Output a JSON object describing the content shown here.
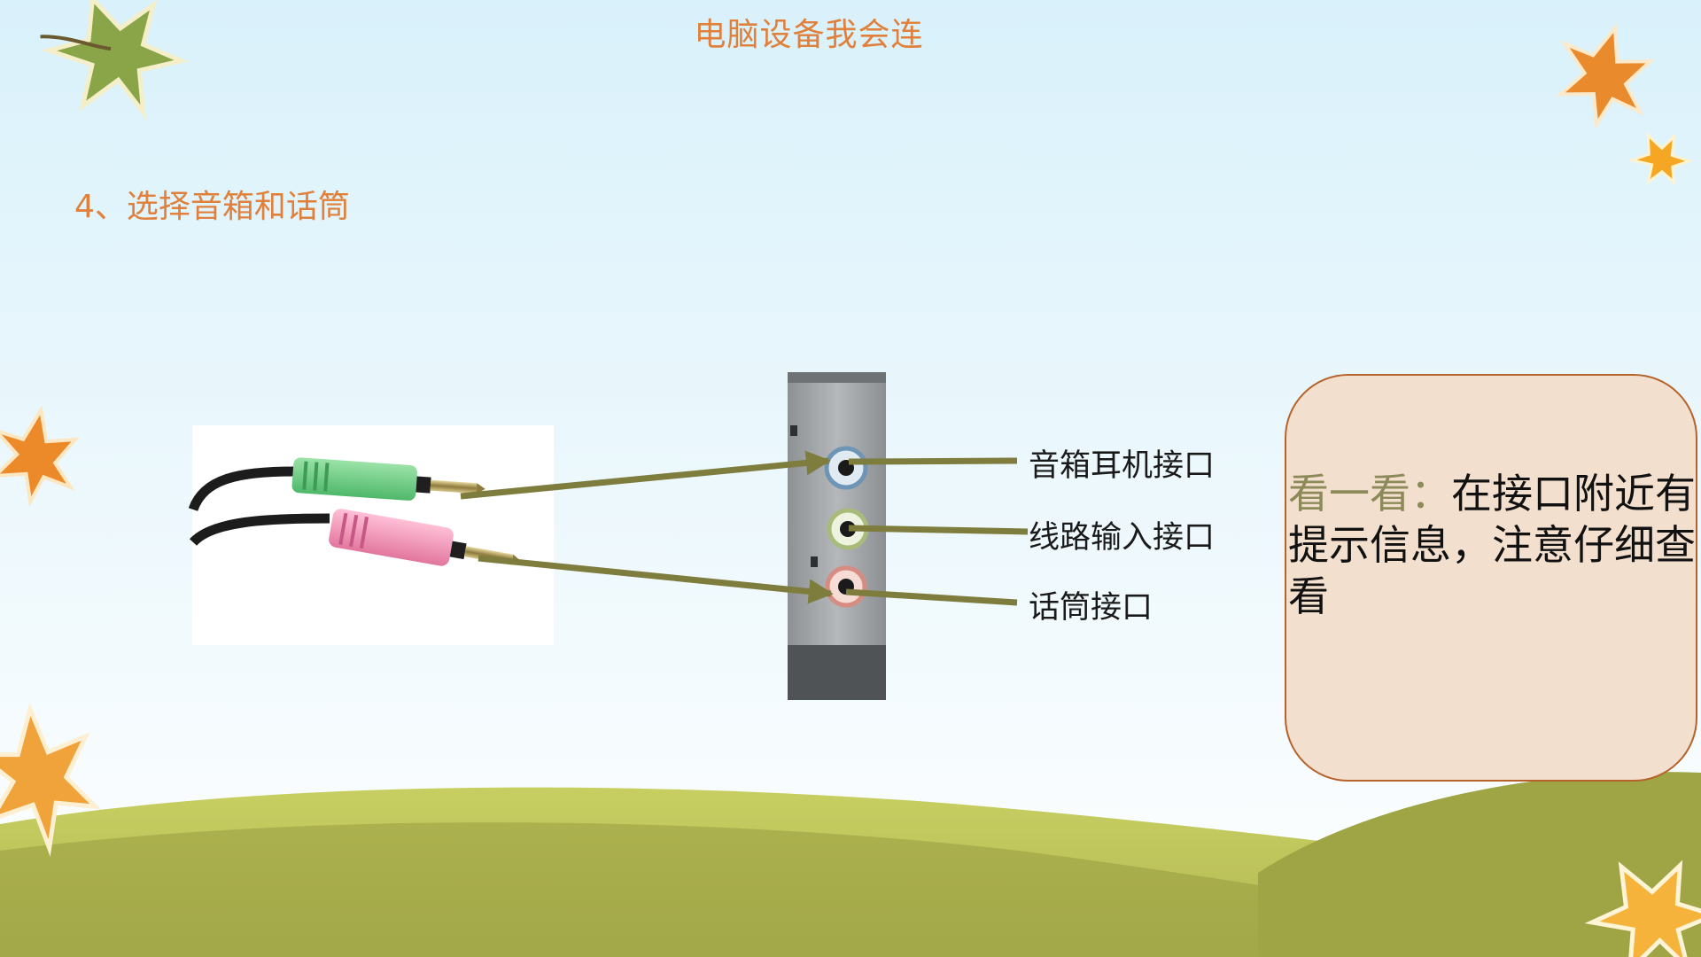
{
  "page_title": "电脑设备我会连",
  "section_heading": "4、选择音箱和话筒",
  "port_labels": {
    "speaker_headphone": "音箱耳机接口",
    "line_in": "线路输入接口",
    "microphone": "话筒接口"
  },
  "tip": {
    "lead": "看一看：",
    "body": "在接口附近有提示信息，注意仔细查看"
  },
  "colors": {
    "title_orange": "#e0803a",
    "arrow_olive": "#7e7d3e",
    "plug_green": "#6fcf86",
    "plug_pink": "#f08fb2",
    "tip_fill": "#f3dfcd",
    "tip_border": "#b5622b",
    "hill_green": "#aab04f"
  },
  "icons": [
    "maple-leaf-icon",
    "audio-plug-icon",
    "audio-jack-icon"
  ]
}
